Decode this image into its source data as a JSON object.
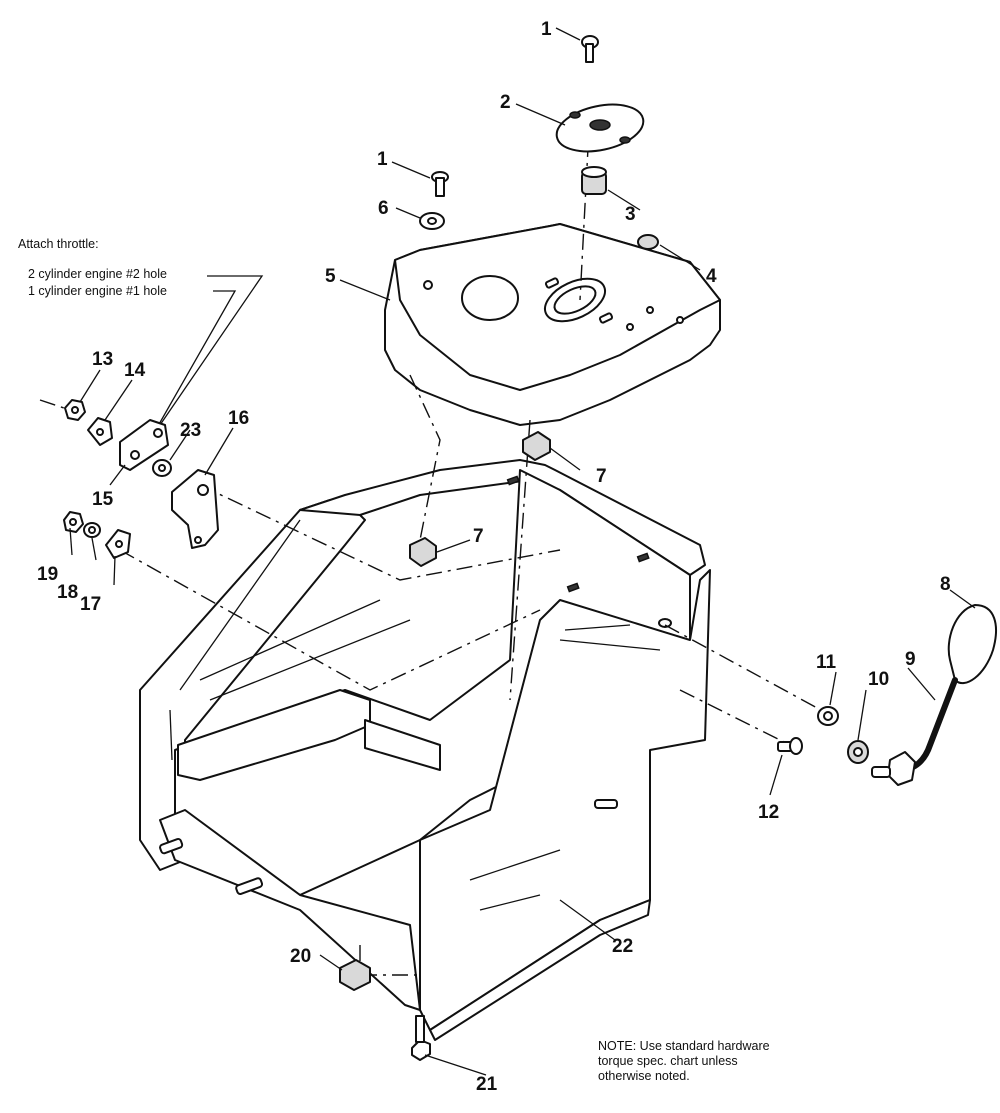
{
  "note_attach": {
    "title": "Attach throttle:",
    "line1": "2 cylinder engine #2 hole",
    "line2": "1 cylinder engine #1 hole"
  },
  "note_torque": {
    "line1": "NOTE:  Use standard hardware",
    "line2": "torque spec. chart unless",
    "line3": "otherwise noted."
  },
  "callouts": {
    "c1a": "1",
    "c1b": "1",
    "c2": "2",
    "c3": "3",
    "c4": "4",
    "c5": "5",
    "c6": "6",
    "c7a": "7",
    "c7b": "7",
    "c8": "8",
    "c9": "9",
    "c10": "10",
    "c11": "11",
    "c12": "12",
    "c13": "13",
    "c14": "14",
    "c15": "15",
    "c16": "16",
    "c17": "17",
    "c18": "18",
    "c19": "19",
    "c20": "20",
    "c21": "21",
    "c22": "22",
    "c23": "23"
  }
}
